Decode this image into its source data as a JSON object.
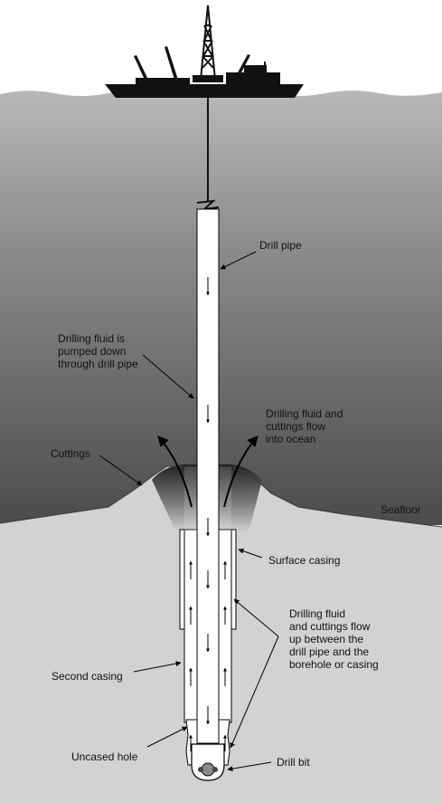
{
  "labels": {
    "drill_pipe": "Drill pipe",
    "pumped_line1": "Drilling fluid is",
    "pumped_line2": "pumped down",
    "pumped_line3": "through drill pipe",
    "ocean_line1": "Drilling fluid and",
    "ocean_line2": "cuttings flow",
    "ocean_line3": "into ocean",
    "cuttings": "Cuttings",
    "seafloor": "Seafloor",
    "surface_casing": "Surface casing",
    "flow_up_line1": "Drilling fluid",
    "flow_up_line2": "and cuttings flow",
    "flow_up_line3": "up between the",
    "flow_up_line4": "drill pipe and the",
    "flow_up_line5": "borehole or casing",
    "second_casing": "Second casing",
    "uncased_hole": "Uncased hole",
    "drill_bit": "Drill bit"
  },
  "colors": {
    "sky": "#ffffff",
    "ocean_top": "#b5b5b5",
    "ocean_bottom": "#4e4e4e",
    "seabed": "#d2d2d2",
    "ship": "#111111",
    "pipe_fill": "#ffffff",
    "outline": "#000000"
  },
  "icons": {
    "ship": "drillship-icon",
    "derrick": "derrick-icon",
    "break": "pipe-break-icon",
    "bit": "drill-bit-icon"
  }
}
